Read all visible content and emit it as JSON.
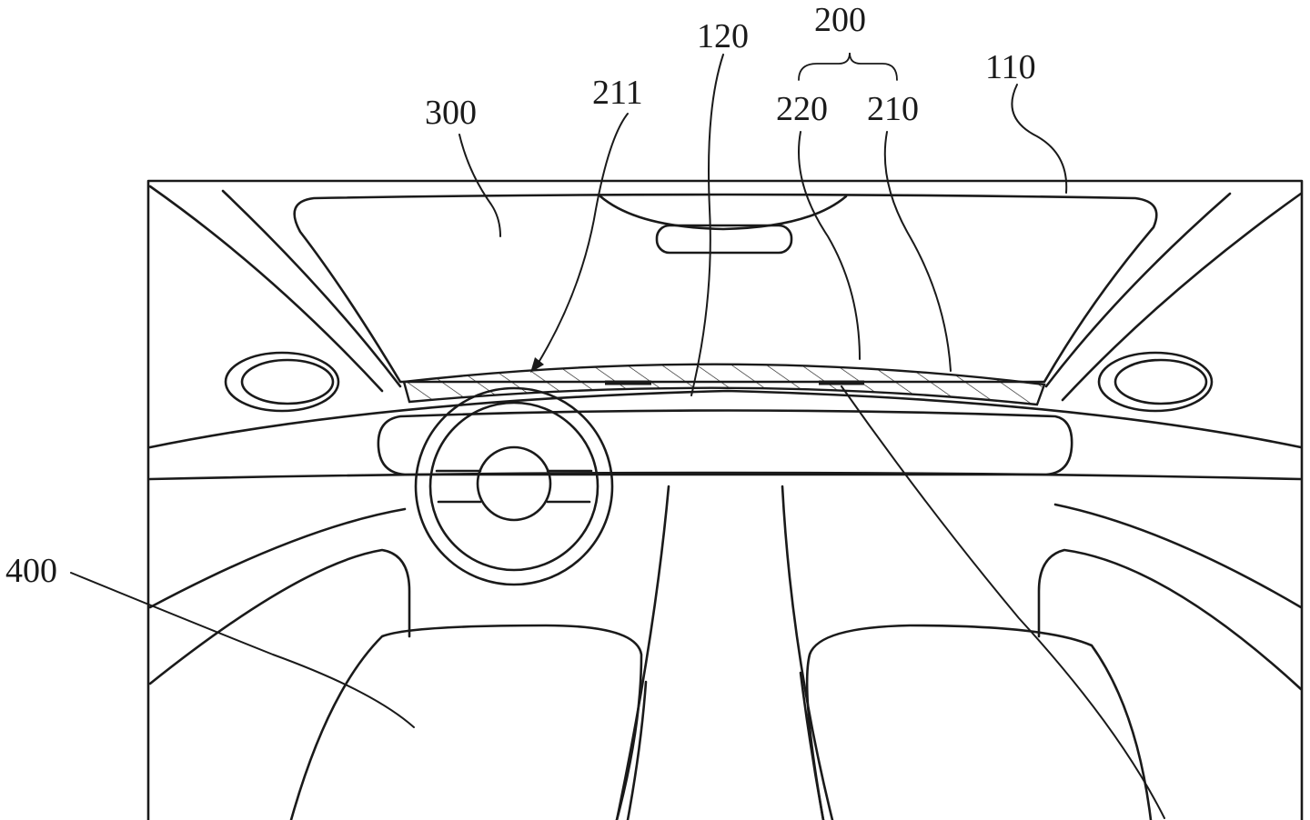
{
  "figure": {
    "reference_labels": {
      "group_200": "200",
      "label_110": "110",
      "label_120": "120",
      "label_211": "211",
      "label_220": "220",
      "label_210": "210",
      "label_300": "300",
      "label_400": "400"
    },
    "colors": {
      "line": "#1a1a1a",
      "background": "#ffffff"
    }
  }
}
